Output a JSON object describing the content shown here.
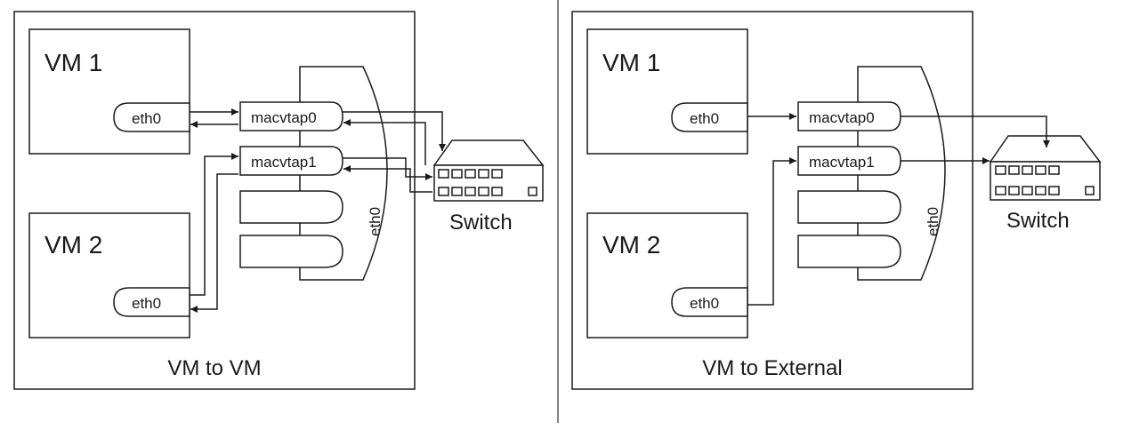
{
  "left_panel": {
    "caption": "VM to VM",
    "vm1": {
      "label": "VM 1",
      "nic": "eth0"
    },
    "vm2": {
      "label": "VM 2",
      "nic": "eth0"
    },
    "host": {
      "taps": [
        "macvtap0",
        "macvtap1"
      ],
      "nic": "eth0"
    },
    "switch_label": "Switch"
  },
  "right_panel": {
    "caption": "VM to External",
    "vm1": {
      "label": "VM 1",
      "nic": "eth0"
    },
    "vm2": {
      "label": "VM 2",
      "nic": "eth0"
    },
    "host": {
      "taps": [
        "macvtap0",
        "macvtap1"
      ],
      "nic": "eth0"
    },
    "switch_label": "Switch"
  }
}
